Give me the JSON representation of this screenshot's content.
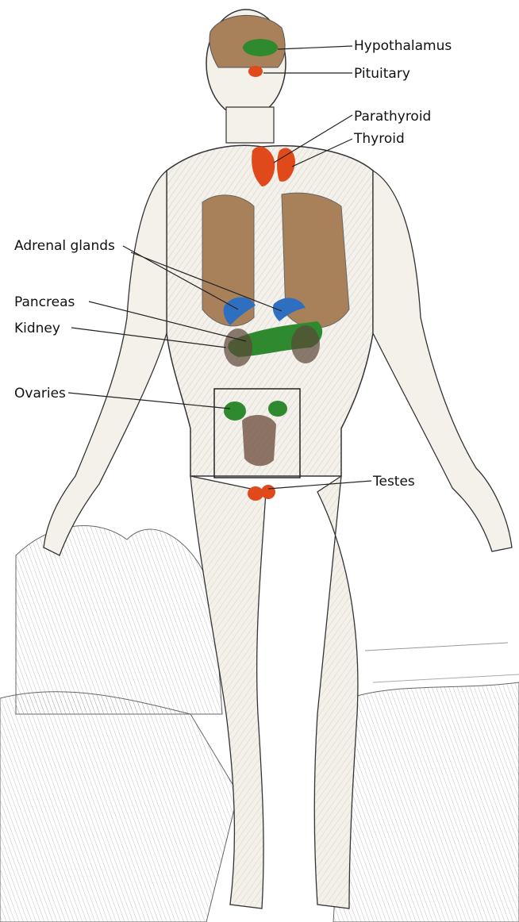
{
  "figure": {
    "illustration": "anatomical engraving of a standing human figure with colored endocrine glands",
    "organ_colors": {
      "brain_and_lungs": "#a8805a",
      "hypothalamus_kidney_pancreas_ovaries": "#2f8a2f",
      "pituitary_thyroid_testes": "#e04a1a",
      "adrenal_glands": "#2f6fc0"
    },
    "labels": {
      "hypothalamus": "Hypothalamus",
      "pituitary": "Pituitary",
      "parathyroid": "Parathyroid",
      "thyroid": "Thyroid",
      "adrenal": "Adrenal glands",
      "pancreas": "Pancreas",
      "kidney": "Kidney",
      "ovaries": "Ovaries",
      "testes": "Testes"
    }
  }
}
